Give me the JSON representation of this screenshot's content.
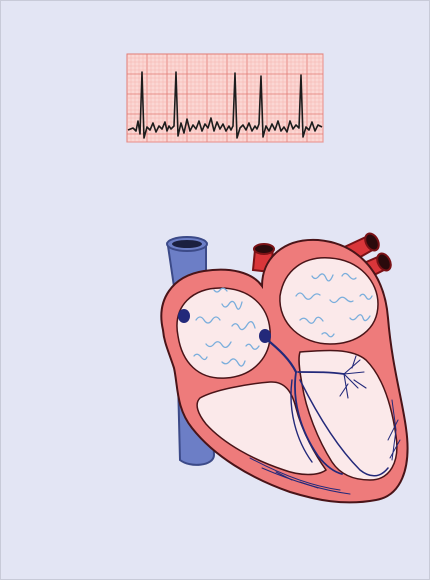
{
  "colors": {
    "background": "#e3e5f4",
    "border": "#c8cad8",
    "ecg_paper": "#fbd7d4",
    "ecg_grid_fine": "#f2aaa4",
    "ecg_grid_major": "#e27b74",
    "ecg_trace": "#1c1c1c",
    "heart_wall": "#ee7b7b",
    "heart_outline": "#4a1418",
    "chamber_fill": "#fbe9ea",
    "vein": "#6c7ec6",
    "vein_dark": "#3c4a88",
    "artery": "#d9363a",
    "artery_dark": "#7a1216",
    "conduction": "#23297a",
    "fibrillation": "#7aaedc"
  },
  "diagram": {
    "components": [
      "ecg-strip",
      "superior-vena-cava",
      "aorta",
      "left-atrium",
      "right-atrium",
      "sinoatrial-node",
      "atrioventricular-node",
      "right-ventricle",
      "left-ventricle",
      "bundle-branches",
      "purkinje-fibers"
    ]
  }
}
